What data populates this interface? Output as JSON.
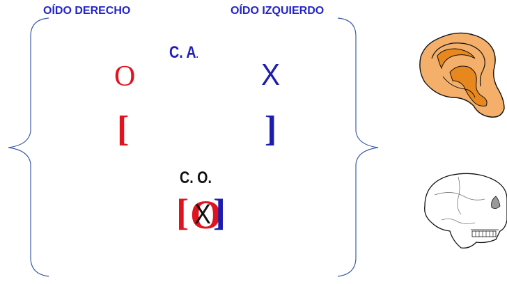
{
  "headers": {
    "right_ear": "OÍDO DERECHO",
    "left_ear": "OÍDO IZQUIERDO"
  },
  "air_conduction": {
    "label_main": "C. A",
    "label_dot": ".",
    "right_symbol": "O",
    "left_symbol": "X",
    "right_masked": "[",
    "left_masked": "]"
  },
  "bone_conduction": {
    "label": "C. O.",
    "open_bracket": "[",
    "circle_symbol": "O",
    "cross_symbol": "X",
    "close_bracket": "]"
  },
  "colors": {
    "header": "#2323c8",
    "air_label": "#1f1fb4",
    "right": "#e0141e",
    "left": "#1c1cb0",
    "black": "#111111",
    "brace": "#3b5ba8",
    "skin": "#f4b06a",
    "skin_dark": "#e8871e"
  },
  "icons": [
    "ear-icon",
    "skull-icon"
  ]
}
